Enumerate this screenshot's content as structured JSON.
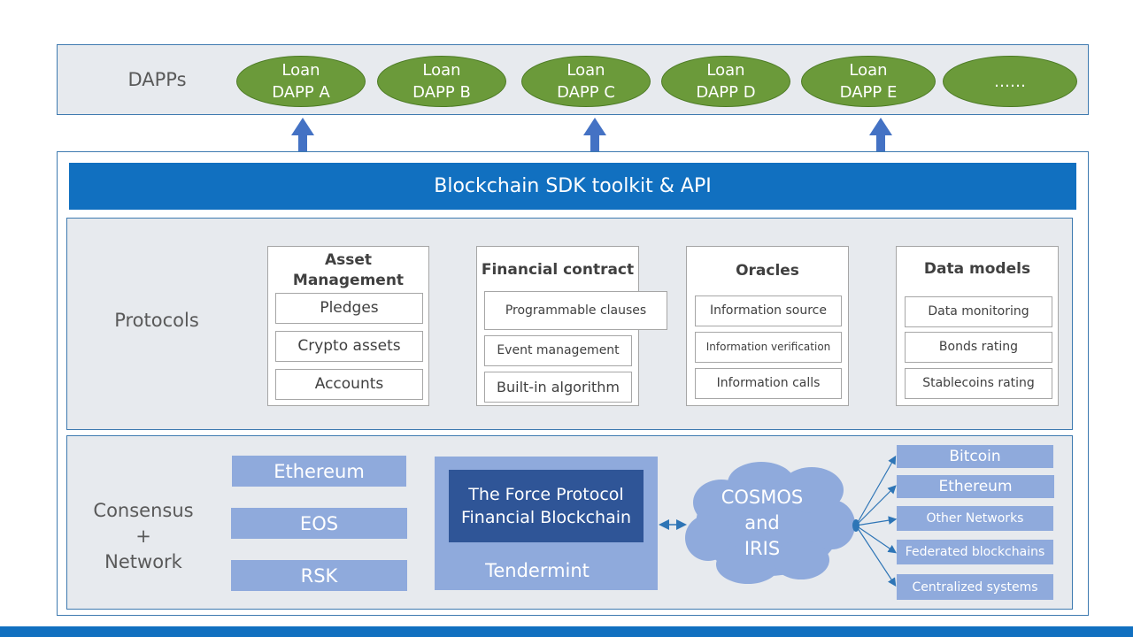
{
  "dapps": {
    "label": "DAPPs",
    "items": [
      {
        "line1": "Loan",
        "line2": "DAPP A"
      },
      {
        "line1": "Loan",
        "line2": "DAPP B"
      },
      {
        "line1": "Loan",
        "line2": "DAPP C"
      },
      {
        "line1": "Loan",
        "line2": "DAPP D"
      },
      {
        "line1": "Loan",
        "line2": "DAPP E"
      },
      {
        "line1": "……",
        "line2": ""
      }
    ]
  },
  "sdk": {
    "label": "Blockchain SDK toolkit & API"
  },
  "protocols": {
    "label": "Protocols",
    "cards": [
      {
        "title": "Asset Management",
        "items": [
          "Pledges",
          "Crypto assets",
          "Accounts"
        ]
      },
      {
        "title": "Financial contract",
        "items": [
          "Programmable clauses",
          "Event management",
          "Built-in algorithm"
        ]
      },
      {
        "title": "Oracles",
        "items": [
          "Information source",
          "Information verification",
          "Information calls"
        ]
      },
      {
        "title": "Data models",
        "items": [
          "Data monitoring",
          "Bonds rating",
          "Stablecoins rating"
        ]
      }
    ]
  },
  "consensus": {
    "label_line1": "Consensus",
    "label_line2": "+",
    "label_line3": "Network",
    "chains": [
      "Ethereum",
      "EOS",
      "RSK"
    ],
    "force": {
      "line1": "The Force Protocol",
      "line2": "Financial Blockchain",
      "tendermint": "Tendermint"
    },
    "cloud": {
      "line1": "COSMOS",
      "line2": "and",
      "line3": "IRIS"
    },
    "networks": [
      "Bitcoin",
      "Ethereum",
      "Other Networks",
      "Federated blockchains",
      "Centralized systems"
    ]
  },
  "colors": {
    "accent_blue": "#1170c0",
    "light_blue": "#8faadc",
    "dark_blue": "#2f5597",
    "green": "#6b9a3a",
    "panel": "#e7eaee"
  }
}
